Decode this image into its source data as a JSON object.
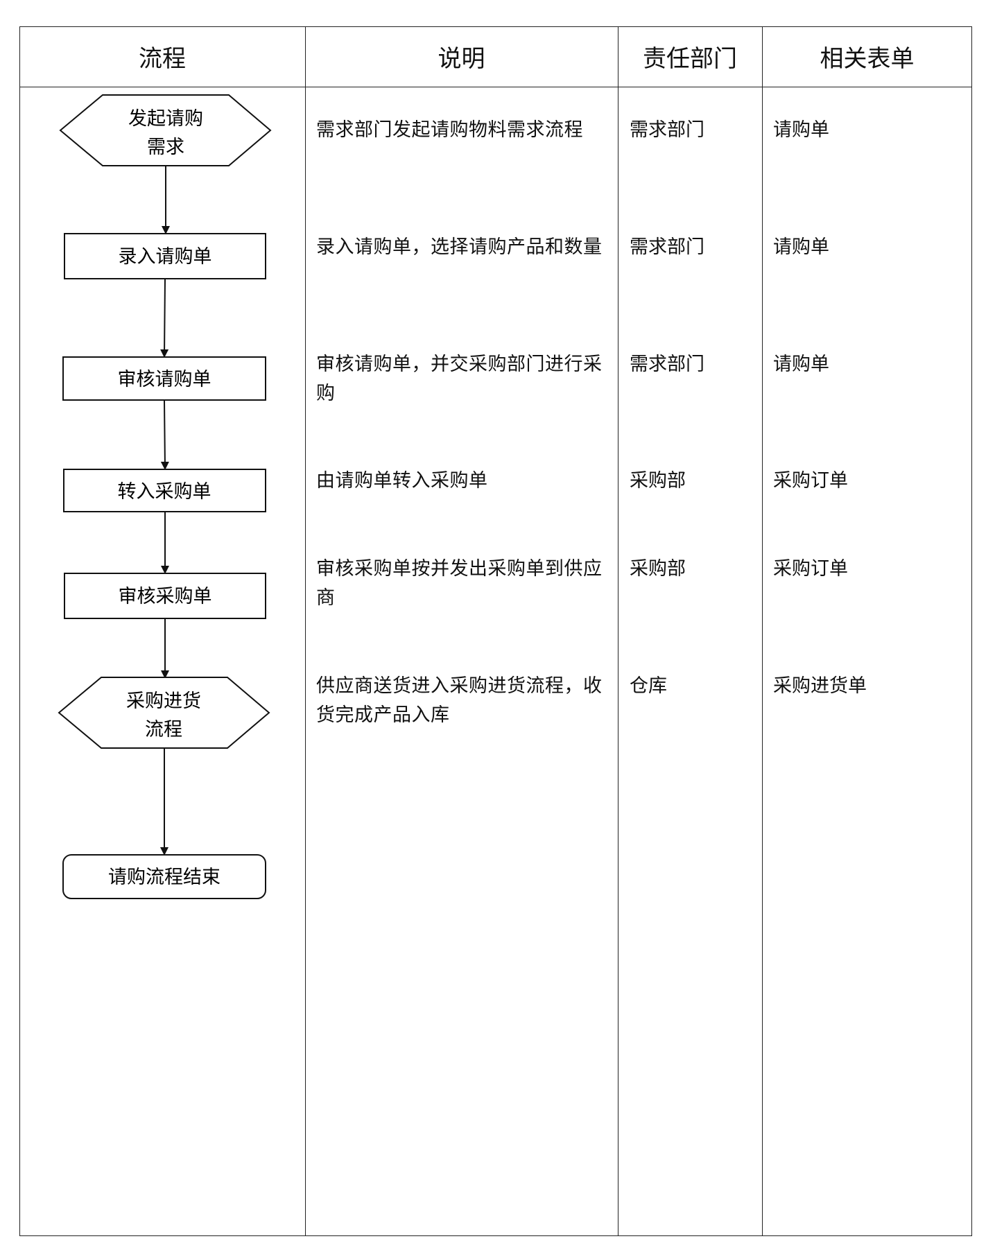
{
  "headers": {
    "flow": "流程",
    "description": "说明",
    "department": "责任部门",
    "forms": "相关表单"
  },
  "steps": [
    {
      "node_lines": [
        "发起请购",
        "需求"
      ],
      "description": "需求部门发起请购物料需求流程",
      "department": "需求部门",
      "form": "请购单"
    },
    {
      "node_lines": [
        "录入请购单"
      ],
      "description": "录入请购单，选择请购产品和数量",
      "department": "需求部门",
      "form": "请购单"
    },
    {
      "node_lines": [
        "审核请购单"
      ],
      "description": "审核请购单，并交采购部门进行采购",
      "department": "需求部门",
      "form": "请购单"
    },
    {
      "node_lines": [
        "转入采购单"
      ],
      "description": "由请购单转入采购单",
      "department": "采购部",
      "form": "采购订单"
    },
    {
      "node_lines": [
        "审核采购单"
      ],
      "description": "审核采购单按并发出采购单到供应商",
      "department": "采购部",
      "form": "采购订单"
    },
    {
      "node_lines": [
        "采购进货",
        "流程"
      ],
      "description": "供应商送货进入采购进货流程，收货完成产品入库",
      "department": "仓库",
      "form": "采购进货单"
    },
    {
      "node_lines": [
        "请购流程结束"
      ]
    }
  ]
}
